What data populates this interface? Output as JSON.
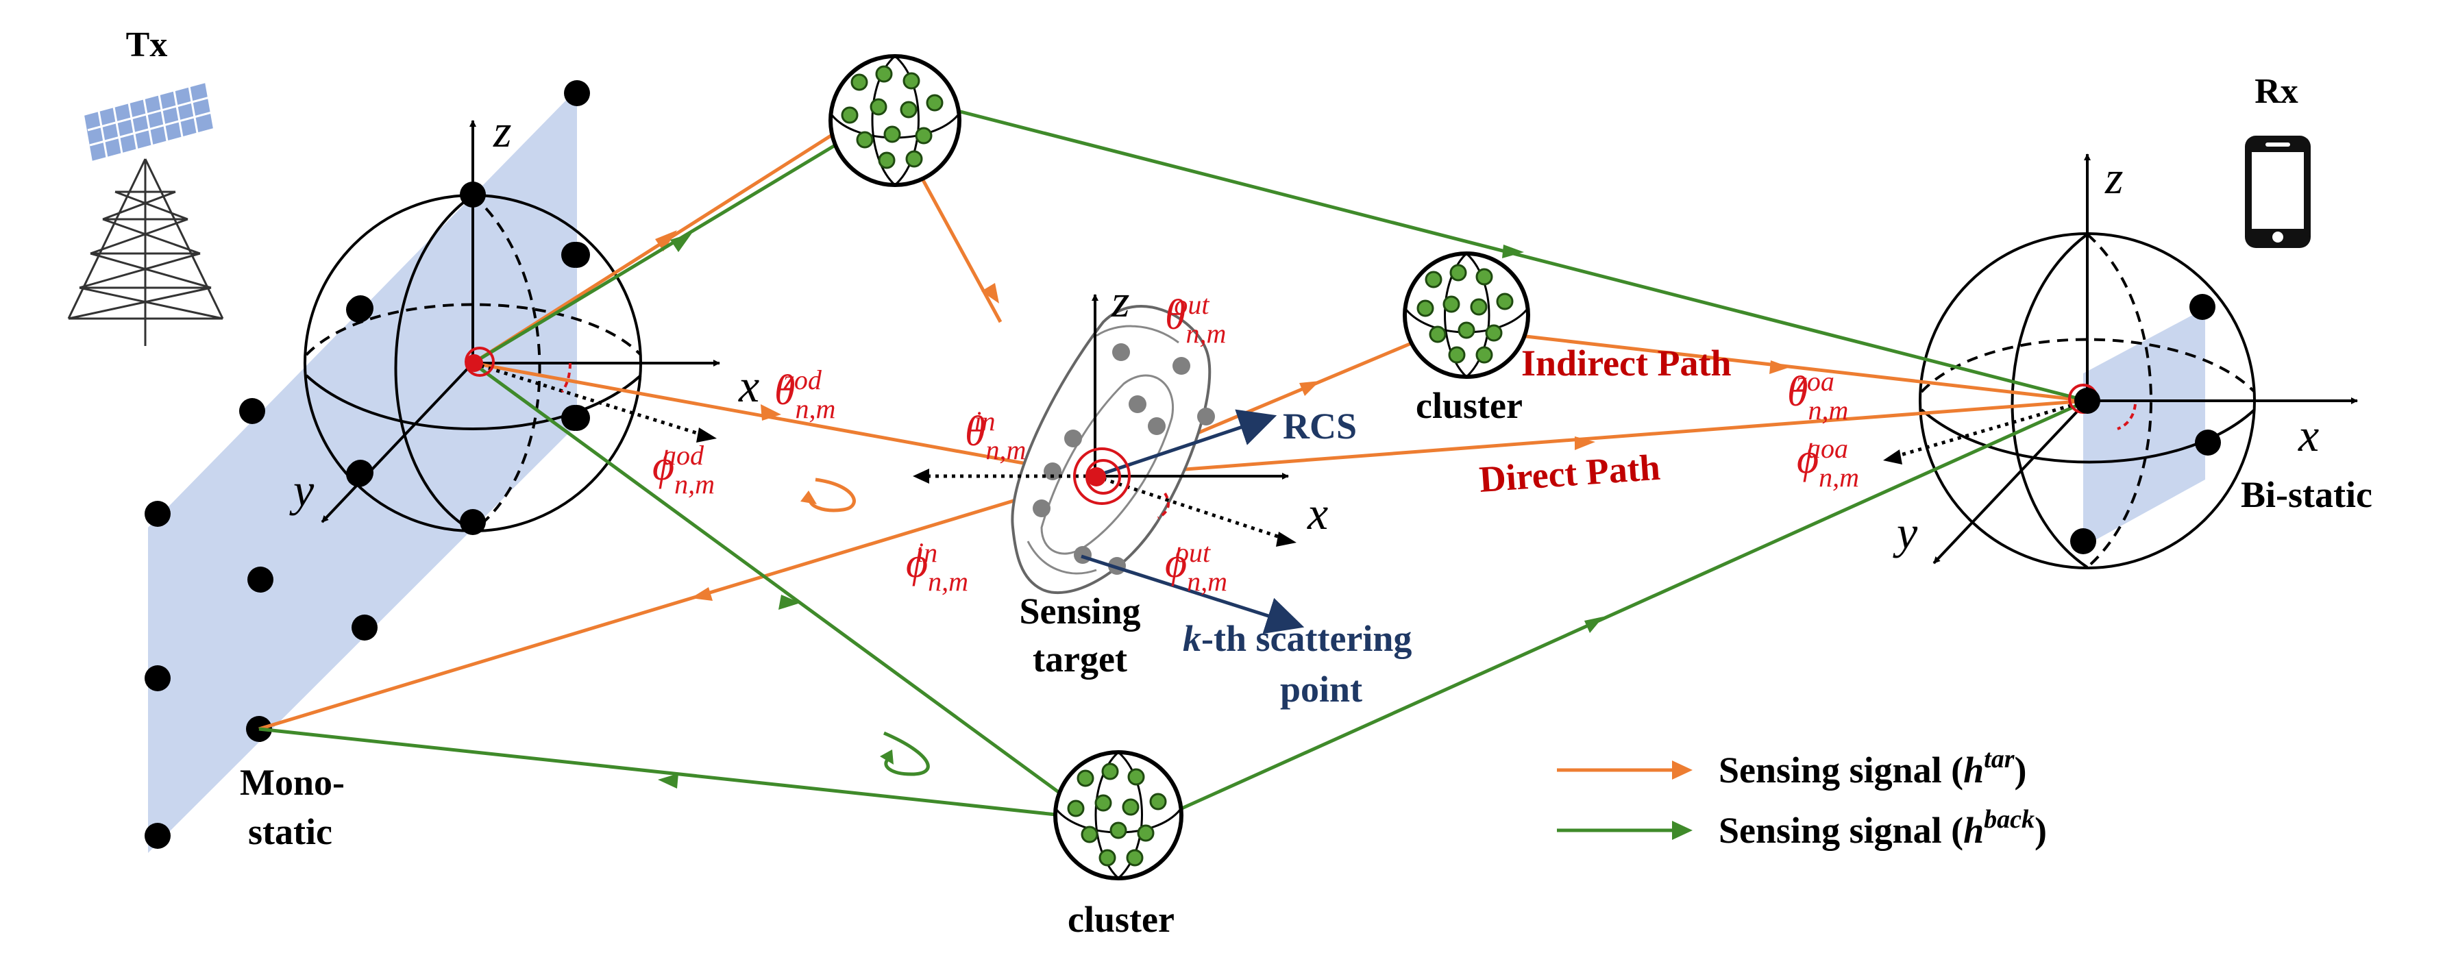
{
  "labels": {
    "tx": "Tx",
    "rx": "Rx",
    "mono": "Mono-",
    "static": "static",
    "bistatic": "Bi-static",
    "cluster_mid": "cluster",
    "cluster_bottom": "cluster",
    "sensing": "Sensing",
    "target": "target",
    "rcs": "RCS",
    "kth_k": "k",
    "kth_rest": "-th scattering",
    "point": "point",
    "indirect": "Indirect Path",
    "direct": "Direct Path"
  },
  "axes": {
    "tx": {
      "x": "x",
      "y": "y",
      "z": "z"
    },
    "tgt": {
      "x": "x",
      "z": "z"
    },
    "rx": {
      "x": "x",
      "y": "y",
      "z": "z"
    }
  },
  "angles": {
    "theta": "θ",
    "phi": "ϕ",
    "sub": "n,m",
    "zod": "zod",
    "aod": "aod",
    "in": "in",
    "out": "out",
    "zoa": "zoa",
    "aoa": "aoa"
  },
  "legend": {
    "tar_text": "Sensing signal (",
    "tar_sym": "h",
    "tar_sup": "tar",
    "back_text": "Sensing signal (",
    "back_sym": "h",
    "back_sup": "back",
    "close": ")"
  },
  "colors": {
    "orange": "#ED7D31",
    "green": "#3F8A2A",
    "red": "#D9141B",
    "dark_red": "#C00000",
    "navy": "#1F3864",
    "panel": "#C9D6EE"
  }
}
